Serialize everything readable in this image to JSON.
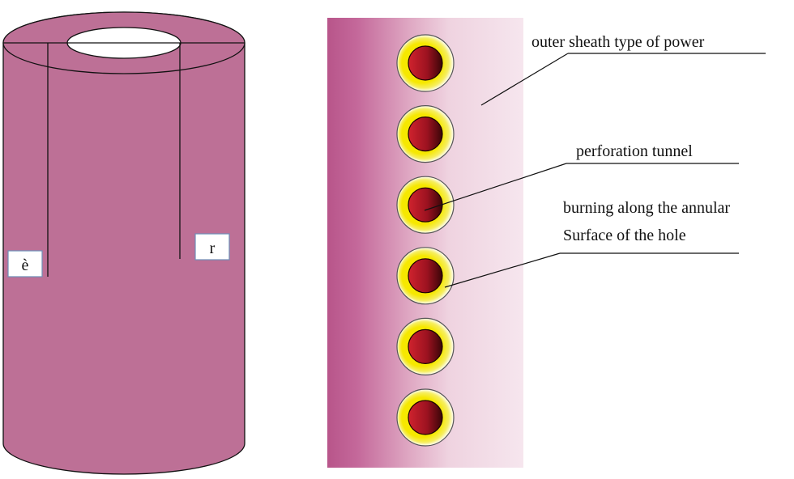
{
  "cylinder": {
    "label_theta": "è",
    "label_r": "r"
  },
  "cross_section": {
    "holes": [
      {
        "id": 1
      },
      {
        "id": 2
      },
      {
        "id": 3
      },
      {
        "id": 4
      },
      {
        "id": 5
      },
      {
        "id": 6
      }
    ],
    "annotations": {
      "outer_sheath": "outer sheath type of power",
      "perforation_tunnel": "perforation tunnel",
      "burning_line1": "burning along the annular",
      "burning_line2": "Surface of the hole"
    }
  },
  "colors": {
    "cylinder_body": "#bd7096",
    "cylinder_stroke": "#111111",
    "strip_dark": "#b8558a",
    "strip_light": "#f5e2ea",
    "hole_core_light": "#d0232e",
    "hole_core_dark": "#3a0508",
    "hole_ring": "#f6e800"
  }
}
